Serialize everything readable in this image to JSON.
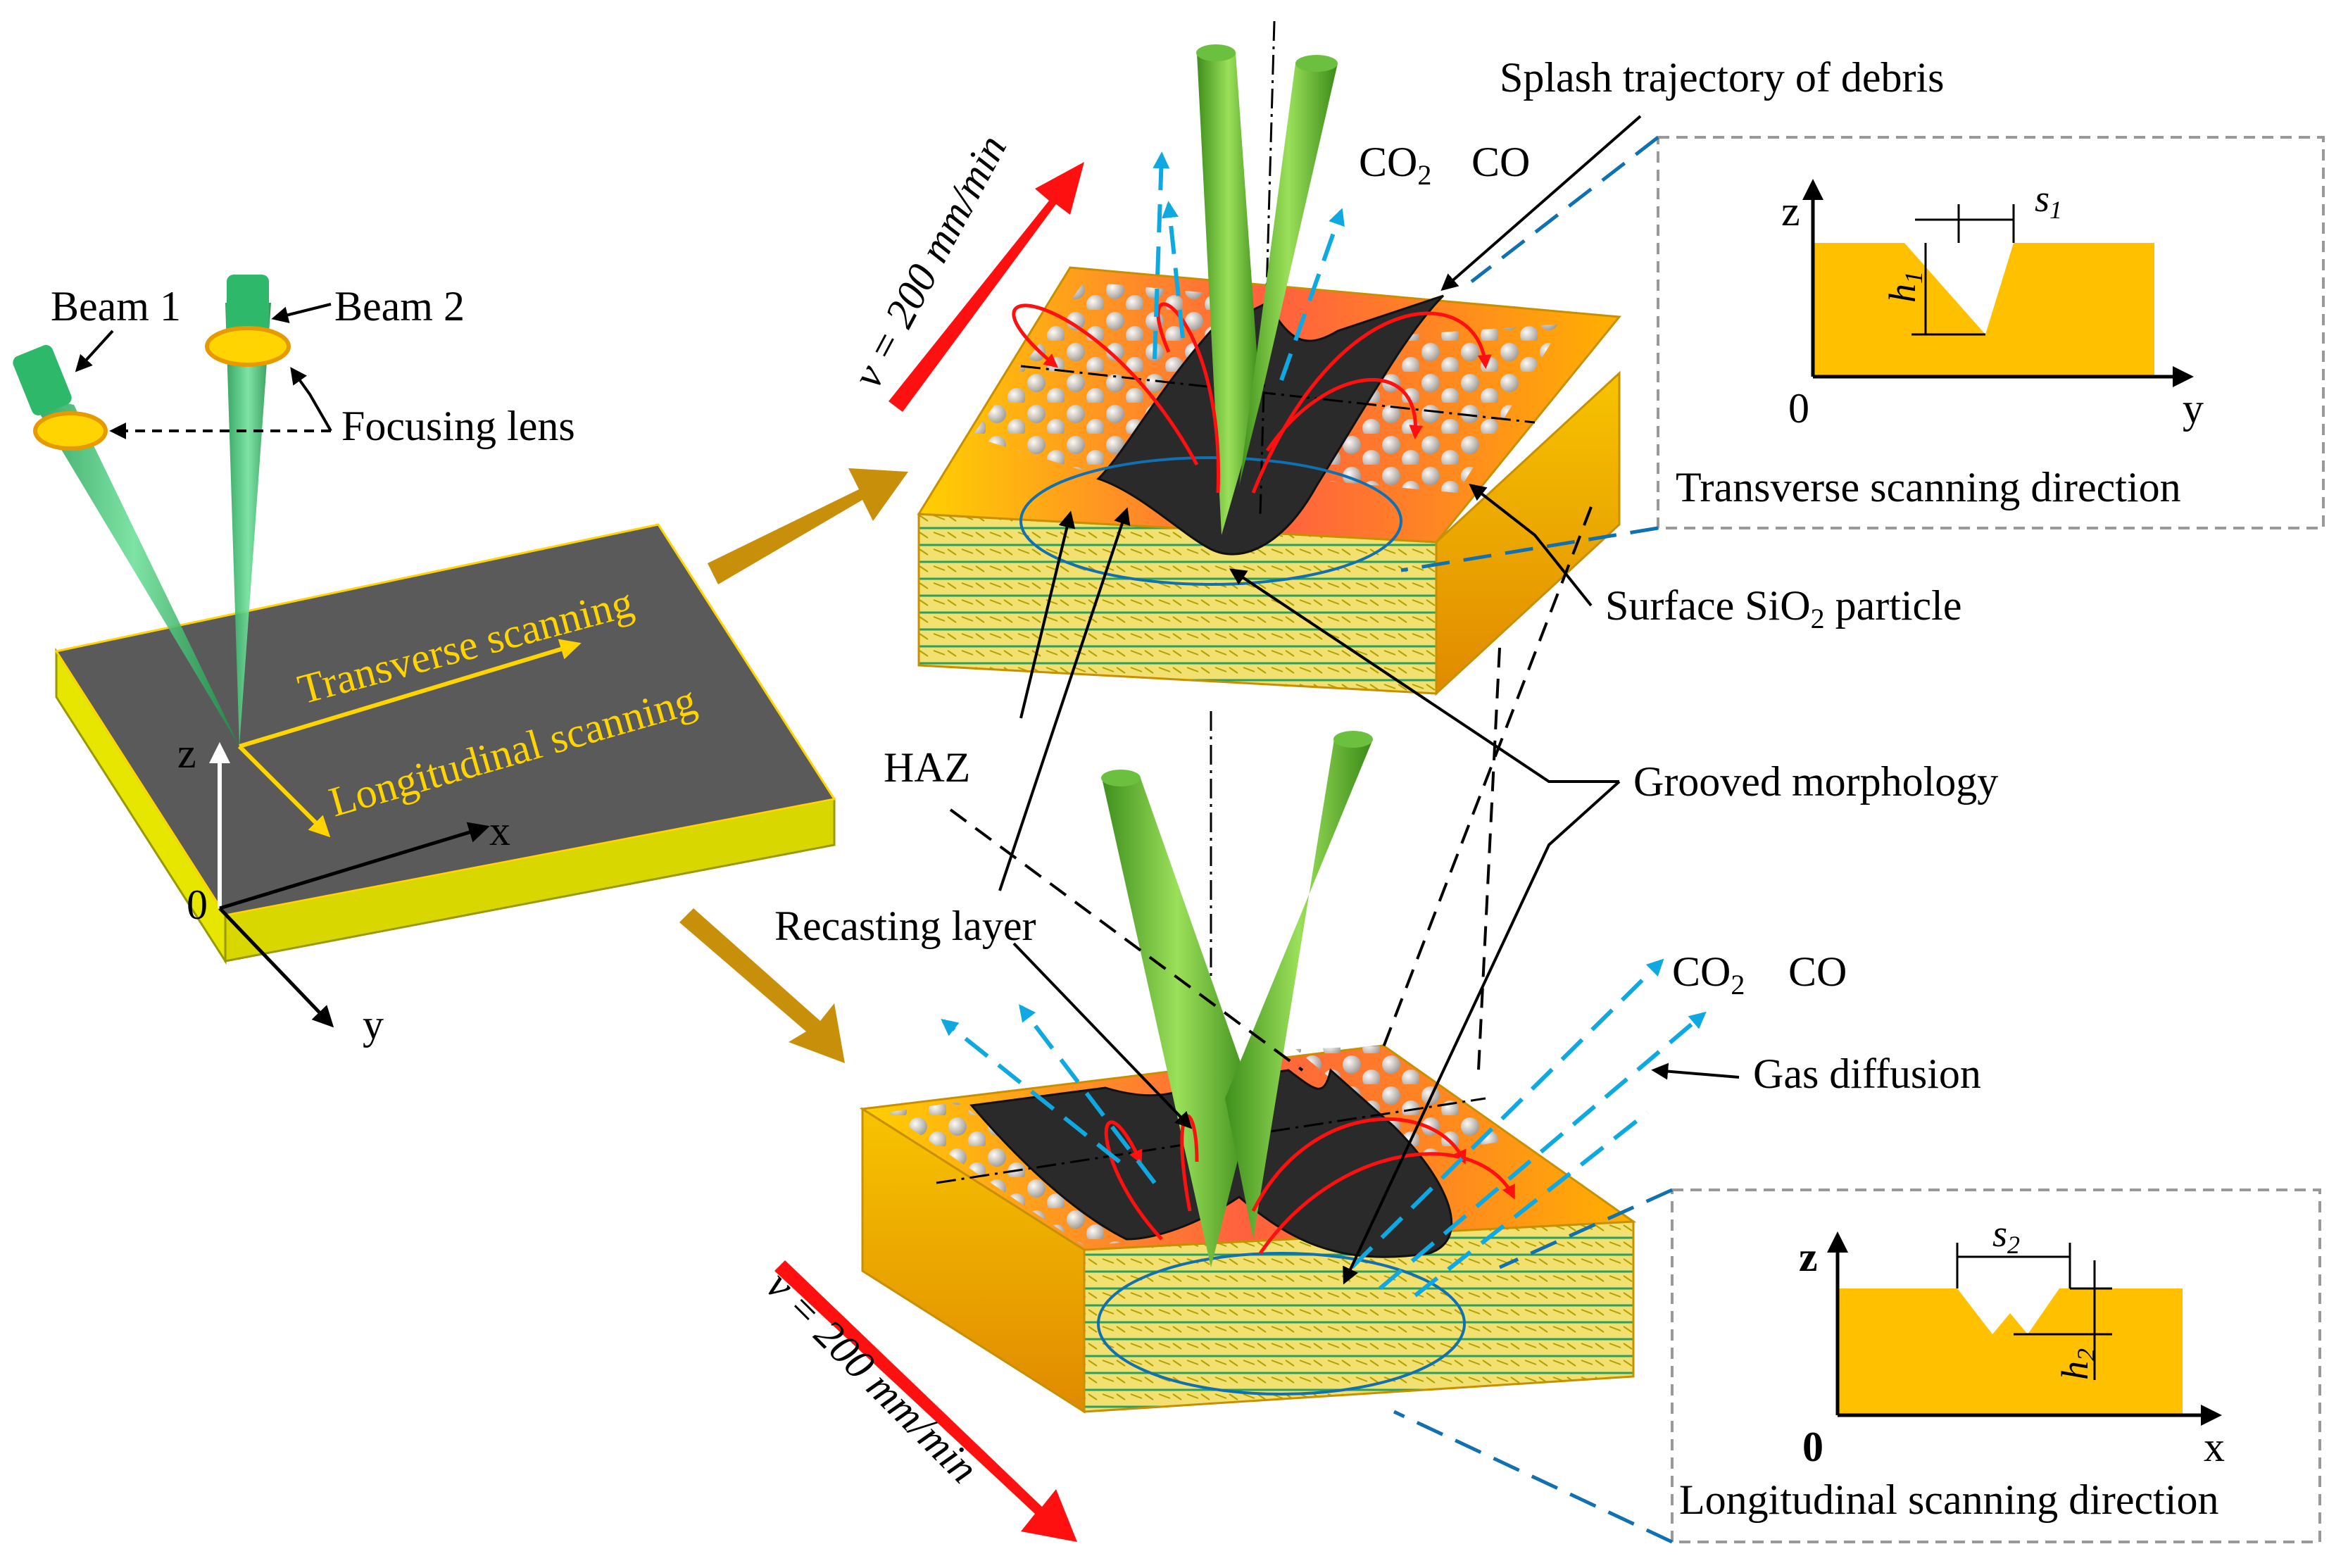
{
  "labels": {
    "beam1": "Beam 1",
    "beam2": "Beam 2",
    "focusing_lens": "Focusing lens",
    "transverse_scanning": "Transverse scanning",
    "longitudinal_scanning": "Longitudinal scanning",
    "axis_z": "z",
    "axis_x": "x",
    "axis_y": "y",
    "origin": "0",
    "speed_top": "v = 200 mm/min",
    "speed_bottom": "v = 200 mm/min",
    "splash": "Splash trajectory of debris",
    "co2": "CO",
    "co2_sub": "2",
    "co": "CO",
    "surface_particle": "Surface SiO",
    "surface_particle_sub": "2",
    "surface_particle_tail": " particle",
    "haz": "HAZ",
    "grooved": "Grooved morphology",
    "recasting": "Recasting layer",
    "gas_diffusion": "Gas diffusion",
    "transverse_dir": "Transverse scanning direction",
    "longitudinal_dir": "Longitudinal scanning direction",
    "s1": "s",
    "s1_sub": "1",
    "h1": "h",
    "h1_sub": "1",
    "s2": "s",
    "s2_sub": "2",
    "h2": "h",
    "h2_sub": "2"
  },
  "colors": {
    "beam_green": "#2db86a",
    "cone_green": "#5fb82e",
    "lens_yellow": "#ffd400",
    "plate_top": "#5a5a5a",
    "plate_side": "#e6e600",
    "material_orange": "#f5a000",
    "heat_red": "#ff3030",
    "speed_arrow": "#ff1010",
    "process_arrow": "#c8900a",
    "gas_blue": "#10a8e0",
    "groove_dark": "#2a2a2a",
    "diagram_fill": "#ffc000"
  }
}
